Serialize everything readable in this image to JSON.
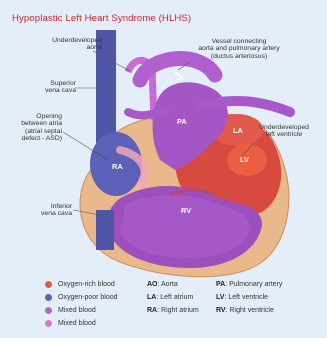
{
  "title": "Hypoplastic Left Heart Syndrome (HLHS)",
  "labels": {
    "underdeveloped_aorta": "Underdeveloped\naorta",
    "vessel_connecting": "Vessel connecting\naorta and pulmonary artery\n(ductus arteriosus)",
    "superior_vena_cava": "Superior\nvena cava",
    "opening_between_atria": "Opening\nbetween atria\n(atrial septal\ndefect - ASD)",
    "underdeveloped_lv": "Underdeveloped\nleft ventricle",
    "inferior_vena_cava": "Inferior\nvena cava"
  },
  "chambers": {
    "pa": "PA",
    "la": "LA",
    "lv": "LV",
    "ra": "RA",
    "rv": "RV"
  },
  "legend": [
    {
      "label": "Oxygen-rich blood",
      "color": "#e05a4e"
    },
    {
      "label": "Oxygen-poor blood",
      "color": "#5b62b3"
    },
    {
      "label": "Mixed blood",
      "color": "#b46ad0"
    },
    {
      "label": "Mixed blood",
      "color": "#d27ac4"
    }
  ],
  "abbreviations": [
    {
      "abbr": "AO",
      "meaning": ": Aorta"
    },
    {
      "abbr": "PA",
      "meaning": ": Pulmonary artery"
    },
    {
      "abbr": "LA",
      "meaning": ": Left atrium"
    },
    {
      "abbr": "LV",
      "meaning": ": Left ventricle"
    },
    {
      "abbr": "RA",
      "meaning": ": Right atrium"
    },
    {
      "abbr": "RV",
      "meaning": ": Right ventricle"
    }
  ]
}
